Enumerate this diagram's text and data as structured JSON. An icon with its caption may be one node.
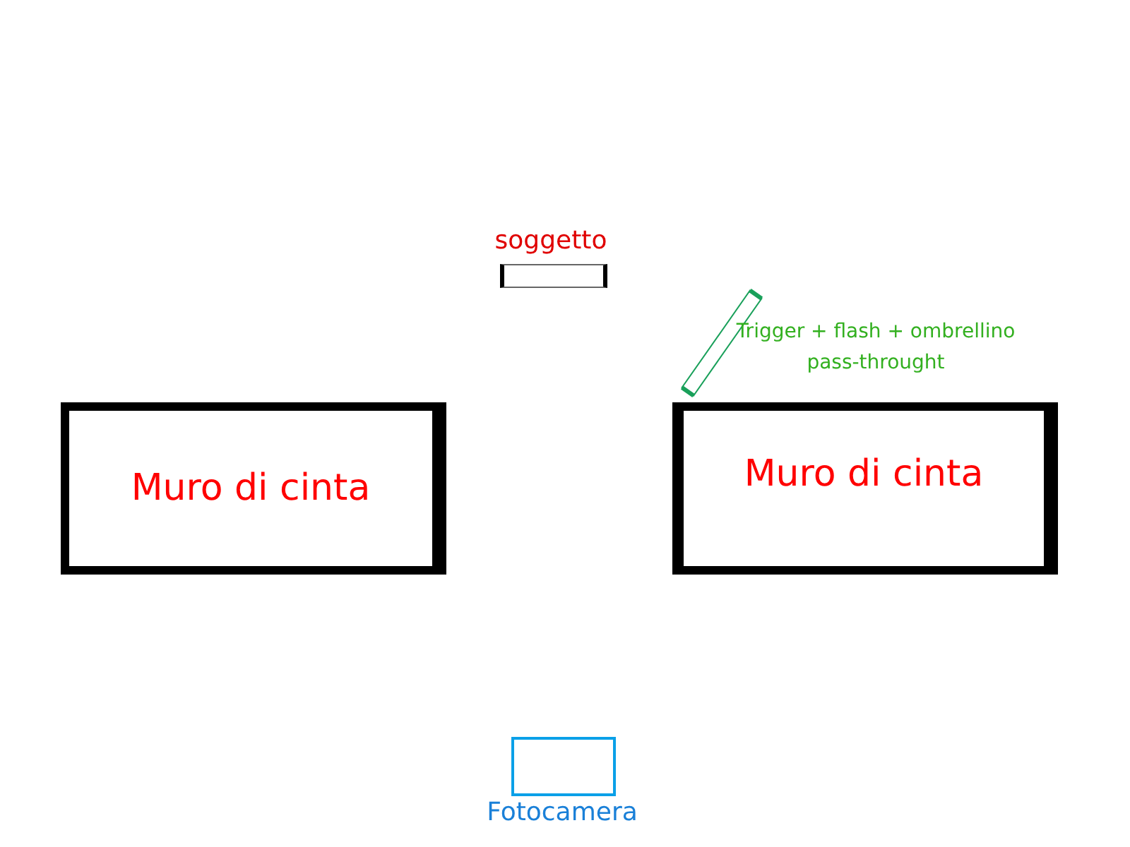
{
  "diagram": {
    "nodes": [
      {
        "text": [
          "soggetto"
        ]
      },
      {
        "text": [
          "Trigger + flash + ombrellino pass-throught"
        ]
      },
      {
        "text": [
          "Muro di cinta"
        ]
      },
      {
        "text": [
          "Muro di cinta"
        ]
      },
      {
        "text": [
          "Fotocamera"
        ]
      }
    ]
  }
}
